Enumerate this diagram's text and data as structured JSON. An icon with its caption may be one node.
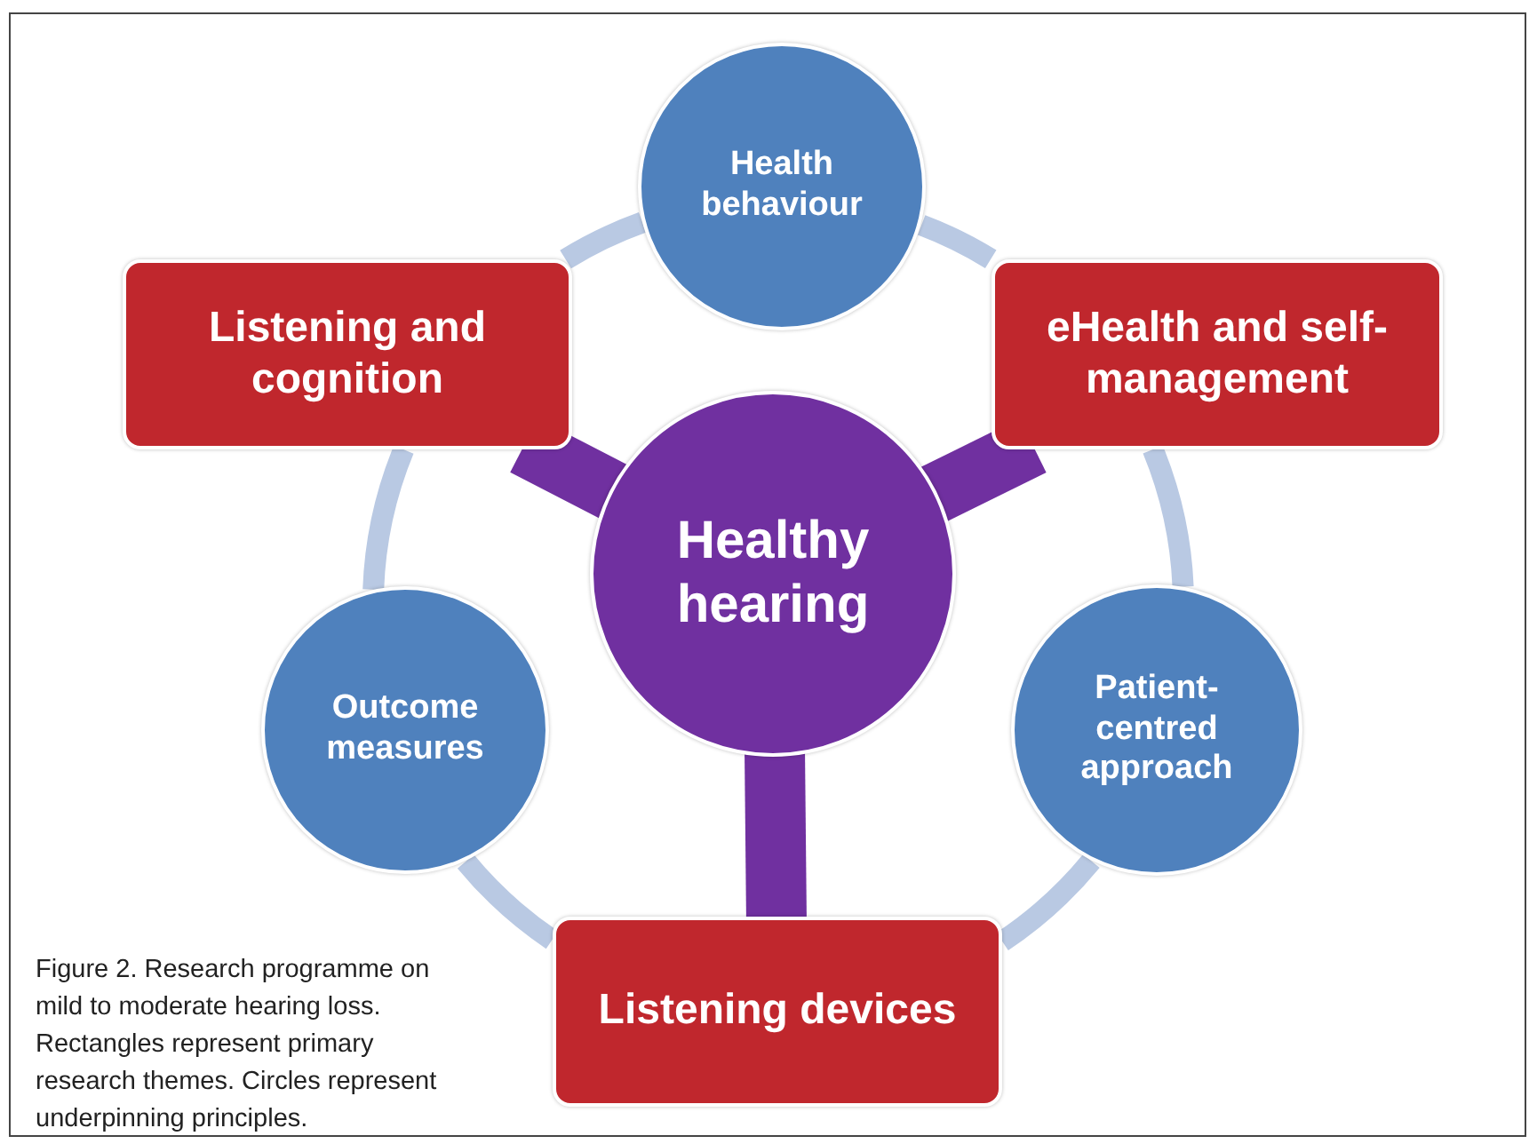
{
  "diagram": {
    "caption": "Figure 2. Research programme on mild to moderate hearing loss. Rectangles represent primary research themes. Circles represent underpinning principles.",
    "nodes": [
      {
        "text": [
          "Health behaviour"
        ]
      },
      {
        "text": [
          "Listening and cognition"
        ]
      },
      {
        "text": [
          "eHealth and self-management"
        ]
      },
      {
        "text": [
          "Healthy hearing"
        ]
      },
      {
        "text": [
          "Outcome measures"
        ]
      },
      {
        "text": [
          "Patient-centred approach"
        ]
      },
      {
        "text": [
          "Listening devices"
        ]
      }
    ],
    "edges": [
      {
        "from": 0,
        "to": 2,
        "arrow": "none"
      },
      {
        "from": 2,
        "to": 5,
        "arrow": "none"
      },
      {
        "from": 5,
        "to": 6,
        "arrow": "none"
      },
      {
        "from": 6,
        "to": 4,
        "arrow": "none"
      },
      {
        "from": 4,
        "to": 1,
        "arrow": "none"
      },
      {
        "from": 1,
        "to": 0,
        "arrow": "none"
      },
      {
        "from": 3,
        "to": 1,
        "arrow": "none",
        "style": "thick",
        "color": "#7030a0"
      },
      {
        "from": 3,
        "to": 2,
        "arrow": "none",
        "style": "thick",
        "color": "#7030a0"
      },
      {
        "from": 3,
        "to": 6,
        "arrow": "none",
        "style": "thick",
        "color": "#7030a0"
      }
    ]
  }
}
